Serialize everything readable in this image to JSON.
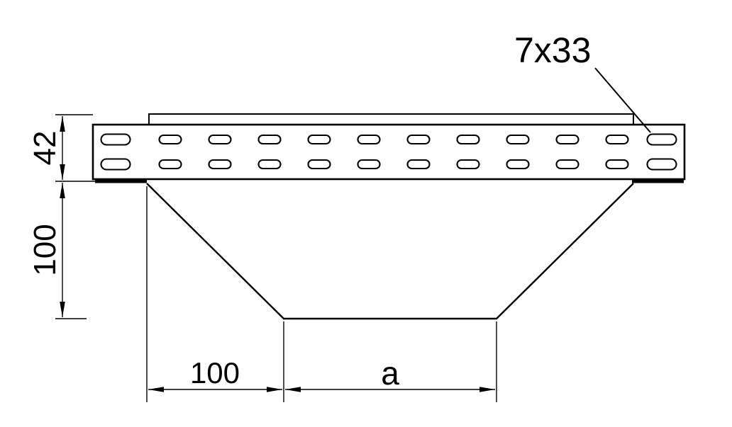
{
  "drawing": {
    "background": "#ffffff",
    "line_color": "#000000",
    "callout": {
      "slot_size_label": "7x33"
    },
    "dimensions": {
      "rail_height": "42",
      "funnel_height": "100",
      "offset_width": "100",
      "opening_width": "a"
    }
  }
}
